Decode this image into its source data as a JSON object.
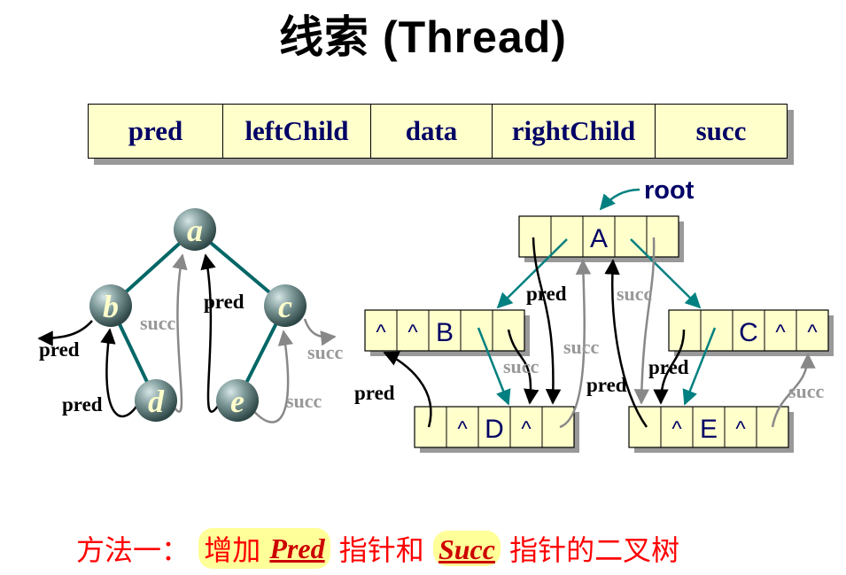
{
  "title": "线索 (Thread)",
  "node_fields": [
    "pred",
    "leftChild",
    "data",
    "rightChild",
    "succ"
  ],
  "tree": {
    "nodes": {
      "a": "a",
      "b": "b",
      "c": "c",
      "d": "d",
      "e": "e"
    },
    "pred_label": "pred",
    "succ_label": "succ"
  },
  "threaded": {
    "root_label": "root",
    "nil": "^",
    "A": "A",
    "B": "B",
    "C": "C",
    "D": "D",
    "E": "E",
    "pred_label": "pred",
    "succ_label": "succ"
  },
  "bottom": {
    "prefix": "方法一：",
    "part1": "增加",
    "pred": "Pred",
    "part2": "指针和",
    "succ": "Succ",
    "part3": "指针的二叉树"
  },
  "colors": {
    "tree_edge": "#006666",
    "pred_arrow": "#000000",
    "succ_arrow": "#888888",
    "child_arrow": "#008080",
    "node_fill": "#ffffcc",
    "label": "#000066",
    "root_label": "#000066",
    "bottom_text": "#ff0000"
  }
}
